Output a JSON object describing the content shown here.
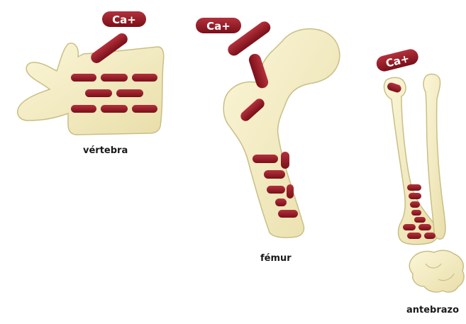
{
  "labels": {
    "vertebra": "vértebra",
    "femur": "fémur",
    "antebrazo": "antebrazo"
  },
  "badge_text": "Ca+",
  "colors": {
    "bone_fill": "#f3ecc0",
    "bone_stroke": "#c8bf86",
    "block": "#8e1420",
    "block_light": "#b3313c",
    "badge_text": "#ffffff"
  }
}
